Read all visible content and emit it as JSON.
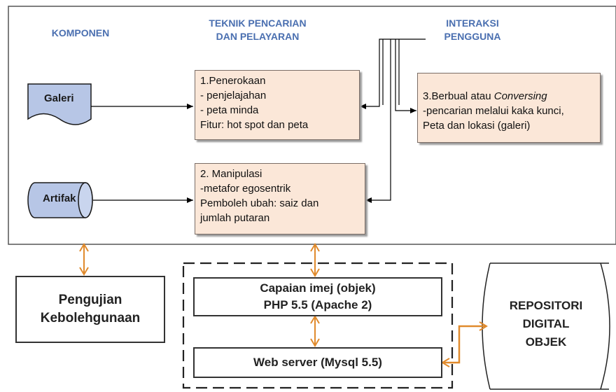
{
  "headers": {
    "komponen": "KOMPONEN",
    "teknik_line1": "TEKNIK PENCARIAN",
    "teknik_line2": "DAN PELAYARAN",
    "interaksi_line1": "INTERAKSI",
    "interaksi_line2": "PENGGUNA"
  },
  "components": {
    "galeri": "Galeri",
    "artifak": "Artifak"
  },
  "boxes": {
    "penerokaan": [
      "1.Penerokaan",
      "- penjelajahan",
      "- peta minda",
      "Fitur: hot spot dan peta"
    ],
    "manipulasi": [
      "2. Manipulasi",
      "-metafor egosentrik",
      "Pemboleh ubah: saiz dan",
      "jumlah putaran"
    ],
    "berbual_prefix": "3.Berbual atau ",
    "berbual_italic": "Conversing",
    "berbual_lines": [
      "-pencarian melalui kaka kunci,",
      "Peta dan lokasi (galeri)"
    ]
  },
  "bottom": {
    "pengujian_line1": "Pengujian",
    "pengujian_line2": "Kebolehgunaan",
    "capaian_line1": "Capaian imej (objek)",
    "capaian_line2": "PHP 5.5 (Apache 2)",
    "webserver": "Web server (Mysql 5.5)",
    "repo_line1": "REPOSITORI",
    "repo_line2": "DIGITAL",
    "repo_line3": "OBJEK"
  },
  "colors": {
    "header_text": "#4a6fb0",
    "technique_box_fill": "#fbe7d8",
    "component_fill": "#b7c6e6",
    "arrow_orange": "#e08a2c"
  }
}
